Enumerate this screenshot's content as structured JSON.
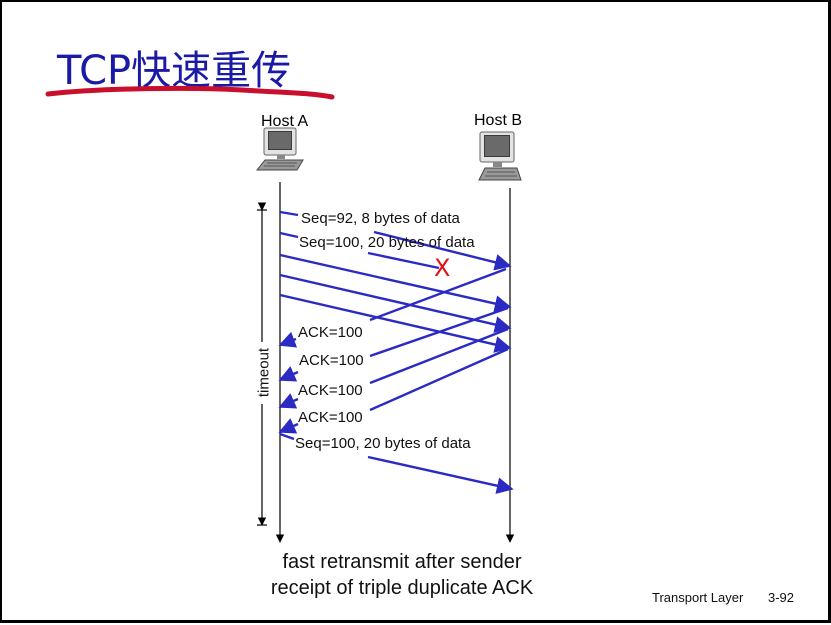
{
  "slide": {
    "title": "TCP快速重传",
    "host_a": "Host A",
    "host_b": "Host B",
    "timeout_label": "timeout",
    "loss_mark": "X",
    "messages": {
      "seq92": "Seq=92, 8 bytes of data",
      "seq100": "Seq=100, 20 bytes of data",
      "ack1": "ACK=100",
      "ack2": "ACK=100",
      "ack3": "ACK=100",
      "ack4": "ACK=100",
      "retransmit": "Seq=100, 20 bytes of data"
    },
    "caption_line1": "fast retransmit after sender",
    "caption_line2": "receipt of triple duplicate ACK",
    "footer_label": "Transport Layer",
    "page_number": "3-92",
    "colors": {
      "title": "#1a1aa6",
      "underline": "#c8102e",
      "arrows": "#2b2bc4",
      "loss_mark": "#e0101a"
    }
  }
}
